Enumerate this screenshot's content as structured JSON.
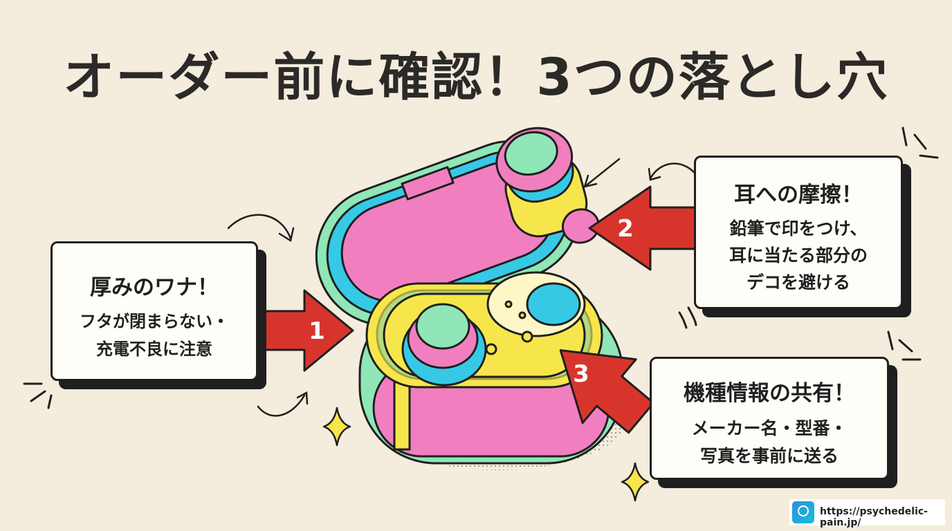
{
  "title": "オーダー前に確認！3つの落とし穴",
  "callouts": [
    {
      "number": "1",
      "heading": "厚みのワナ！",
      "lines": [
        "フタが閉まらない・",
        "充電不良に注意"
      ]
    },
    {
      "number": "2",
      "heading": "耳への摩擦！",
      "lines": [
        "鉛筆で印をつけ、",
        "耳に当たる部分の",
        "デコを避ける"
      ]
    },
    {
      "number": "3",
      "heading": "機種情報の共有！",
      "lines": [
        "メーカー名・型番・",
        "写真を事前に送る"
      ]
    }
  ],
  "footer": {
    "url": "https://psychedelic-pain.jp/"
  },
  "colors": {
    "background": "#f4ecdd",
    "arrow_red": "#d7352c",
    "case_pink": "#f17fc0",
    "case_cyan": "#36c9e6",
    "case_yellow": "#f6e64c",
    "case_mint": "#8fe6b6",
    "outline": "#1f1f1f"
  },
  "icons": [
    "earbuds-case-illustration",
    "sparkle-icon",
    "curved-arrow-icon",
    "emphasis-lines-icon",
    "site-logo-icon"
  ]
}
